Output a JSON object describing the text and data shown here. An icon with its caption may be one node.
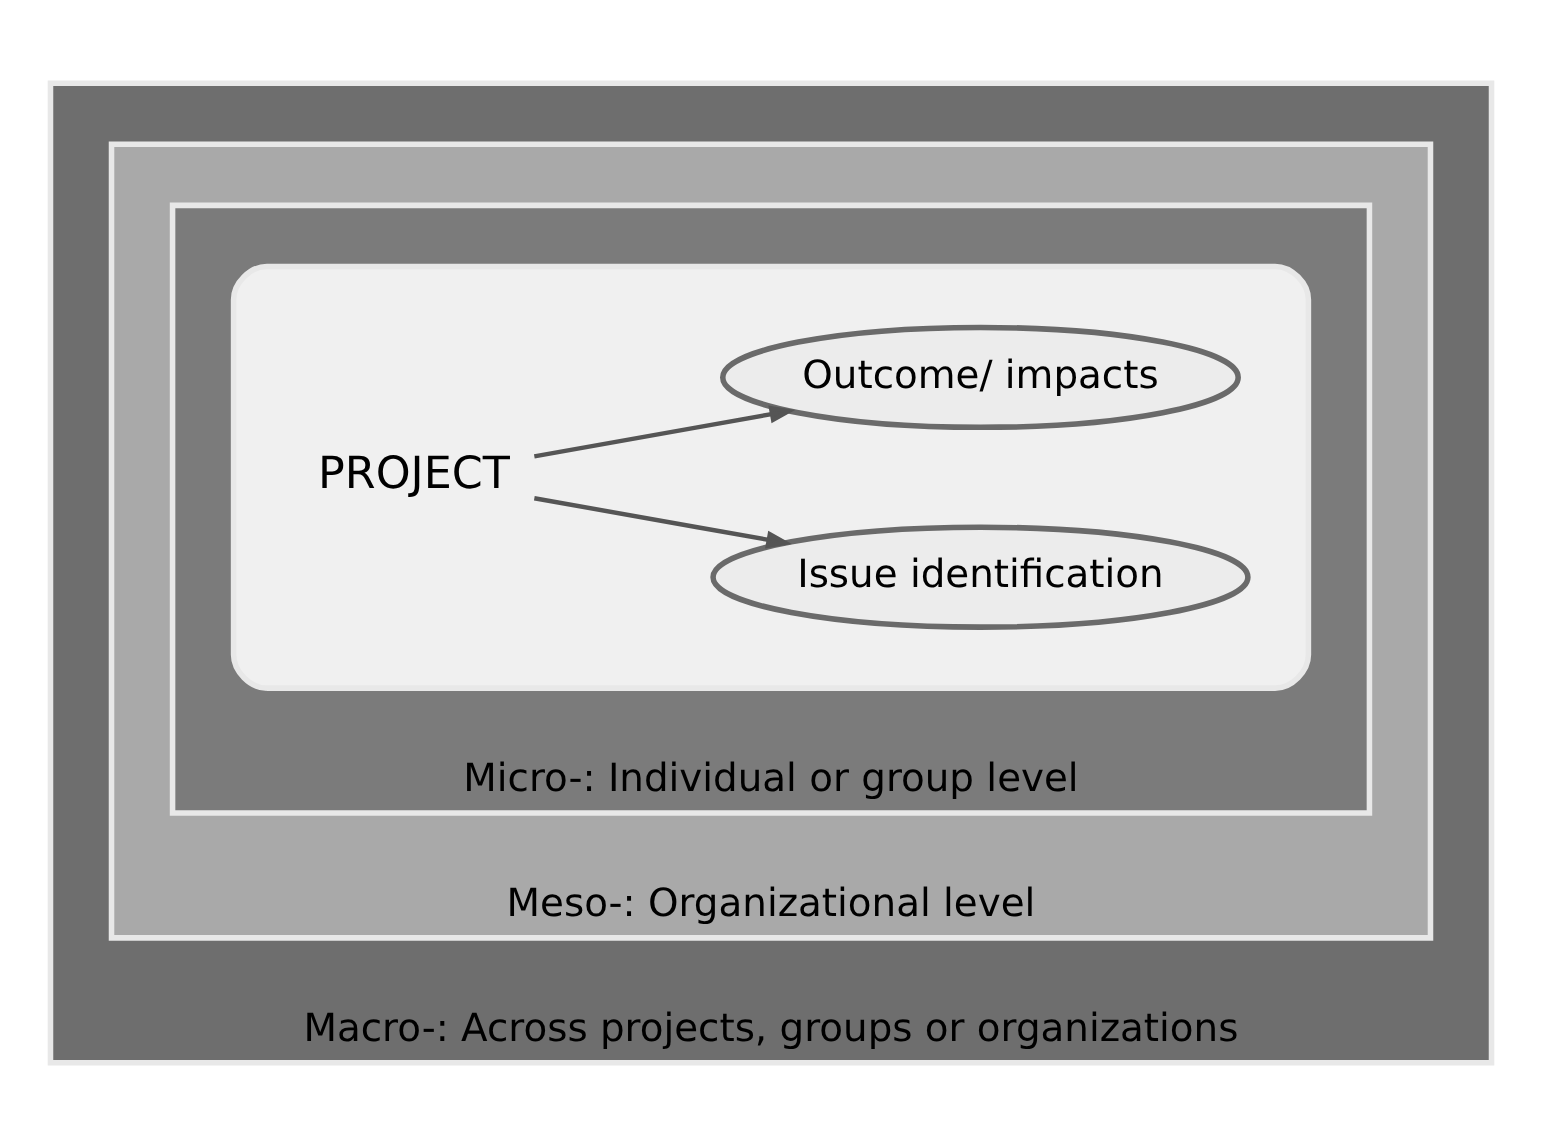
{
  "diagram": {
    "nodes": [
      {
        "text": [
          "Macro-: Across projects, groups or organizations"
        ]
      },
      {
        "text": [
          "Meso-: Organizational level"
        ],
        "in": 0
      },
      {
        "text": [
          "Micro-: Individual or group level"
        ],
        "in": 1
      },
      {
        "text": [],
        "shape": "box",
        "in": 2
      },
      {
        "text": [
          "PROJECT"
        ],
        "in": 3
      },
      {
        "text": [
          "Issue identification"
        ],
        "in": 3
      },
      {
        "text": [
          "Outcome/ impacts"
        ],
        "in": 3
      }
    ],
    "edges": [
      {
        "from": 4,
        "to": 5,
        "arrow": "to"
      },
      {
        "from": 4,
        "to": 6,
        "arrow": "to"
      }
    ]
  }
}
